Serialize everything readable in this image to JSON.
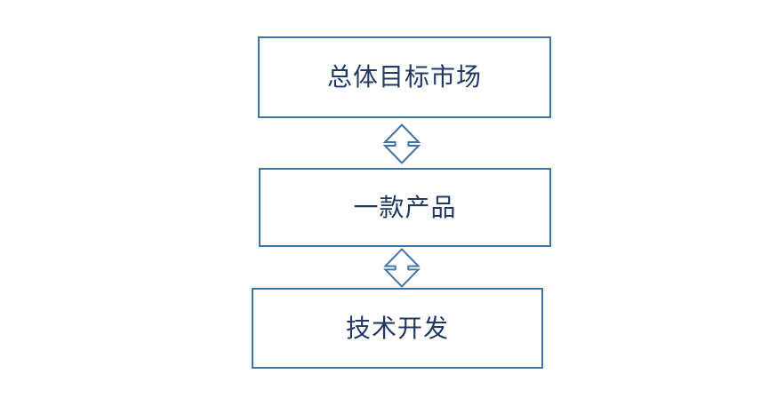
{
  "diagram": {
    "type": "vertical-flowchart",
    "background_color": "#FFFFFF",
    "border_color": "#3E72A8",
    "text_color": "#1F3864",
    "nodes": [
      {
        "id": "total-market",
        "label": "总体目标市场",
        "order": 1
      },
      {
        "id": "one-product",
        "label": "一款产品",
        "order": 2
      },
      {
        "id": "tech-dev",
        "label": "技术开发",
        "order": 3
      }
    ],
    "connectors": [
      {
        "id": "market-product",
        "icon": "up-down-arrow-icon",
        "from": "total-market",
        "to": "one-product",
        "direction": "bidirectional"
      },
      {
        "id": "product-tech",
        "icon": "up-down-arrow-icon",
        "from": "one-product",
        "to": "tech-dev",
        "direction": "bidirectional"
      }
    ]
  }
}
